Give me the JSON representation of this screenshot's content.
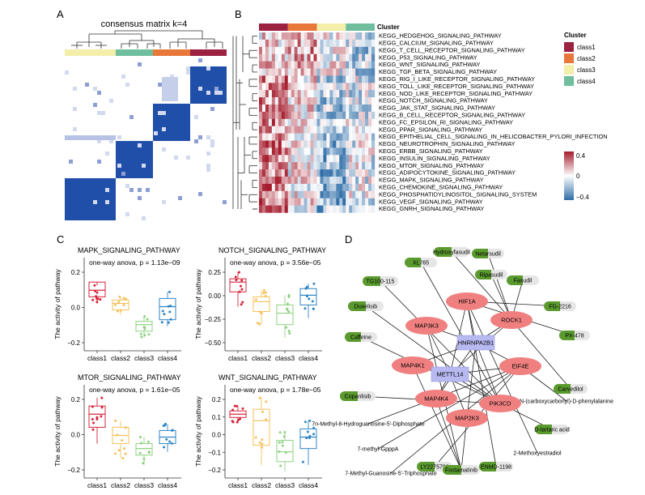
{
  "panels": {
    "A": {
      "letter": "A",
      "title": "consensus matrix k=4"
    },
    "B": {
      "letter": "B",
      "cluster_title": "Cluster",
      "legend_title": "Cluster",
      "classes": [
        "class1",
        "class2",
        "class3",
        "class4"
      ],
      "class_colors": [
        "#9b2240",
        "#e8773a",
        "#f3eeaa",
        "#6fbf9e"
      ],
      "pathways": [
        "KEGG_HEDGEHOG_SIGNALING_PATHWAY",
        "KEGG_CALCIUM_SIGNALING_PATHWAY",
        "KEGG_T_CELL_RECEPTOR_SIGNALING_PATHWAY",
        "KEGG_P53_SIGNALING_PATHWAY",
        "KEGG_WNT_SIGNALING_PATHWAY",
        "KEGG_TGF_BETA_SIGNALING_PATHWAY",
        "KEGG_RIG_I_LIKE_RECEPTOR_SIGNALING_PATHWAY",
        "KEGG_TOLL_LIKE_RECEPTOR_SIGNALING_PATHWAY",
        "KEGG_NOD_LIKE_RECEPTOR_SIGNALING_PATHWAY",
        "KEGG_NOTCH_SIGNALING_PATHWAY",
        "KEGG_JAK_STAT_SIGNALING_PATHWAY",
        "KEGG_B_CELL_RECEPTOR_SIGNALING_PATHWAY",
        "KEGG_FC_EPSILON_RI_SIGNALING_PATHWAY",
        "KEGG_PPAR_SIGNALING_PATHWAY",
        "KEGG_EPITHELIAL_CELL_SIGNALING_IN_HELICOBACTER_PYLORI_INFECTION",
        "KEGG_NEUROTROPHIN_SIGNALING_PATHWAY",
        "KEGG_ERBB_SIGNALING_PATHWAY",
        "KEGG_INSULIN_SIGNALING_PATHWAY",
        "KEGG_MTOR_SIGNALING_PATHWAY",
        "KEGG_ADIPOCYTOKINE_SIGNALING_PATHWAY",
        "KEGG_MAPK_SIGNALING_PATHWAY",
        "KEGG_CHEMOKINE_SIGNALING_PATHWAY",
        "KEGG_PHOSPHATIDYLINOSITOL_SIGNALING_SYSTEM",
        "KEGG_VEGF_SIGNALING_PATHWAY",
        "KEGG_GNRH_SIGNALING_PATHWAY"
      ],
      "colorbar_ticks": [
        "0.4",
        "0",
        "−0.4"
      ],
      "colors": {
        "high": "#a51d2d",
        "mid": "#ffffff",
        "low": "#2f6ea8"
      }
    },
    "C": {
      "letter": "C",
      "ylabel": "The activity of pathway",
      "plots": [
        {
          "title": "MAPK_SIGNALING_PATHWAY",
          "stat": "one-way anova, p = 1.13e−09",
          "yticks": [
            "0.2",
            "0.0",
            "−0.2"
          ]
        },
        {
          "title": "NOTCH_SIGNALING_PATHWAY",
          "stat": "one-way anova, p = 3.56e−05",
          "yticks": [
            "0.25",
            "0.00",
            "−0.25",
            "−0.50"
          ]
        },
        {
          "title": "MTOR_SIGNALING_PATHWAY",
          "stat": "one-way anova, p = 1.61e−05",
          "yticks": [
            "0.2",
            "0.0",
            "−0.2"
          ]
        },
        {
          "title": "WNT_SIGNALING_PATHWAY",
          "stat": "one-way anova, p = 1.78e−05",
          "yticks": [
            "0.2",
            "0.1",
            "0.0",
            "−0.1",
            "−0.2"
          ]
        }
      ],
      "classes": [
        "class1",
        "class2",
        "class3",
        "class4"
      ],
      "class_colors": [
        "#d6243b",
        "#f6c15b",
        "#8fd282",
        "#2f86c6"
      ]
    },
    "D": {
      "letter": "D",
      "hub_genes": [
        "HNRNPA2B1",
        "METTL14"
      ],
      "target_genes": [
        "HIF1A",
        "ROCK1",
        "MAP3K3",
        "MAP4K1",
        "EIF4E",
        "MAP4K4",
        "PIK3CD",
        "MAP2K3"
      ],
      "drugs": [
        "Hydroxyfasudil",
        "Netarsudil",
        "XL765",
        "Ripasudil",
        "TG100-115",
        "Fasudil",
        "Duvelisib",
        "FG-2216",
        "Caffeine",
        "PX-478",
        "Copanlisib",
        "Carvedilol",
        "7n-Methyl-8-Hydroguanosine-5'-Diphosphate",
        "N-(carboxycarbonyl)-D-phenylalanine",
        "7-methyl-GpppA",
        "D-tartaric acid",
        "7-Methyl-Guanosine-5'-Triphosphate",
        "2-Methoxyestradiol",
        "LY2275796",
        "Fostamatinib",
        "ENMD-1198"
      ]
    }
  }
}
